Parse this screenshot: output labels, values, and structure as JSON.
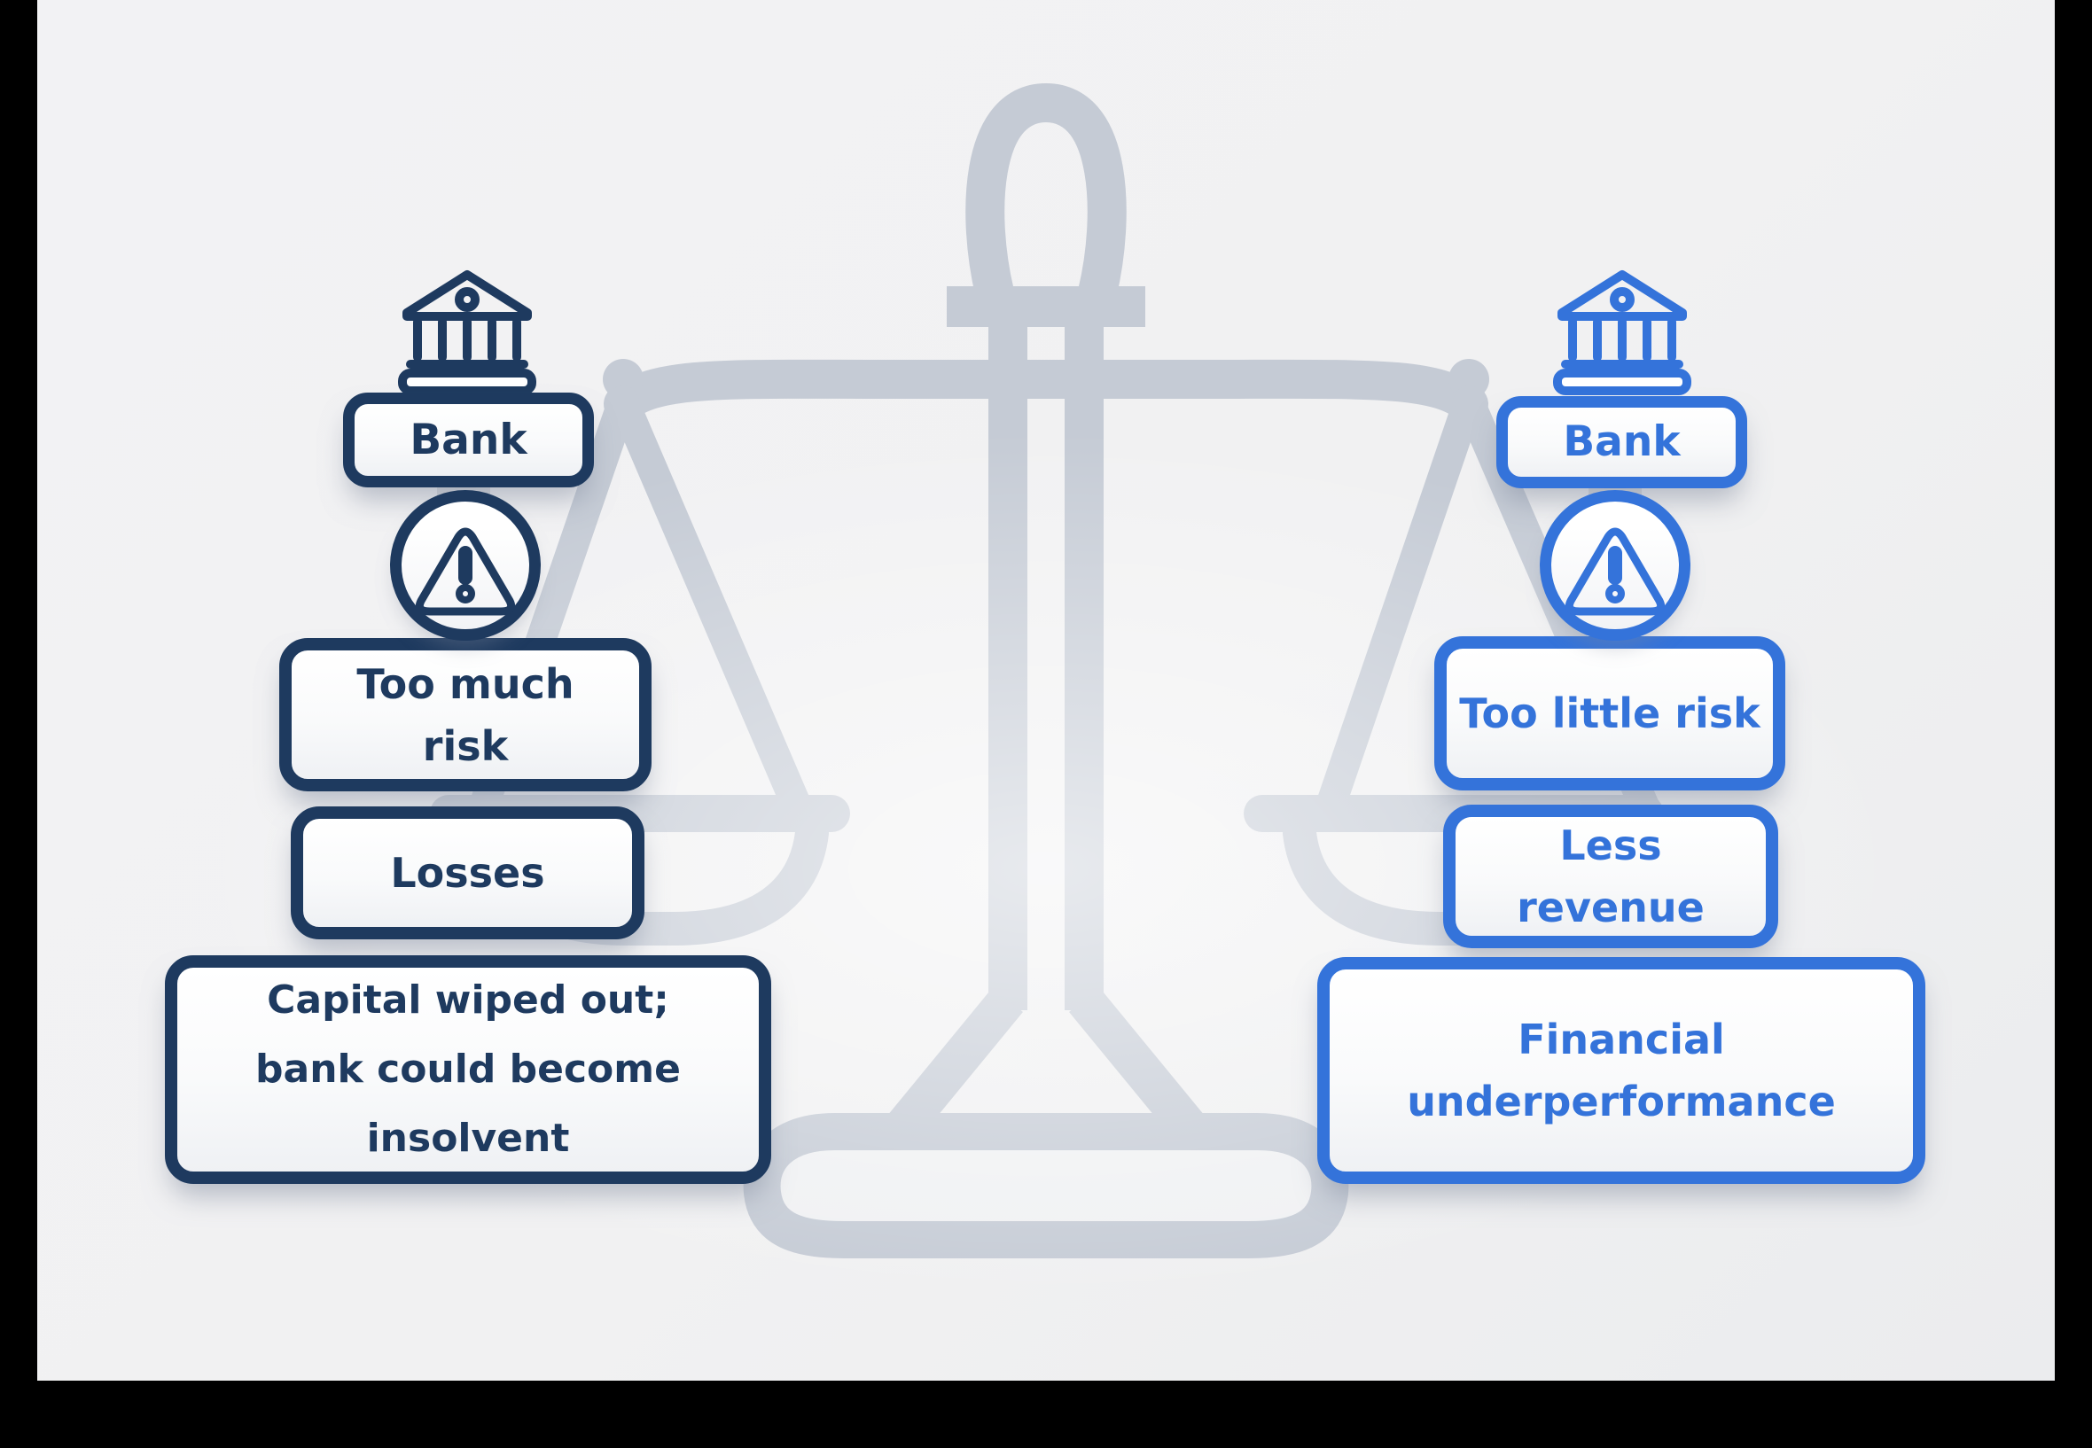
{
  "scene": {
    "frame_color": "#000000",
    "canvas_color": "#f1f1f2",
    "scale_illustration_color": "#c5cbd5",
    "left_accent_color": "#1e3a5f",
    "right_accent_color": "#3473da",
    "left_bank_icon": "bank-building-icon",
    "right_bank_icon": "bank-building-icon",
    "left_warning_icon": "warning-triangle-icon",
    "right_warning_icon": "warning-triangle-icon",
    "background_illustration": "balance-scale"
  },
  "left_column": {
    "bank_label": "Bank",
    "boxes": [
      {
        "lines": [
          "Too much",
          "risk"
        ]
      },
      {
        "lines": [
          "Losses"
        ]
      },
      {
        "lines": [
          "Capital wiped out;",
          "bank could become",
          "insolvent"
        ]
      }
    ]
  },
  "right_column": {
    "bank_label": "Bank",
    "boxes": [
      {
        "lines": [
          "Too little risk"
        ]
      },
      {
        "lines": [
          "Less",
          "revenue"
        ]
      },
      {
        "lines": [
          "Financial",
          "underperformance"
        ]
      }
    ]
  }
}
